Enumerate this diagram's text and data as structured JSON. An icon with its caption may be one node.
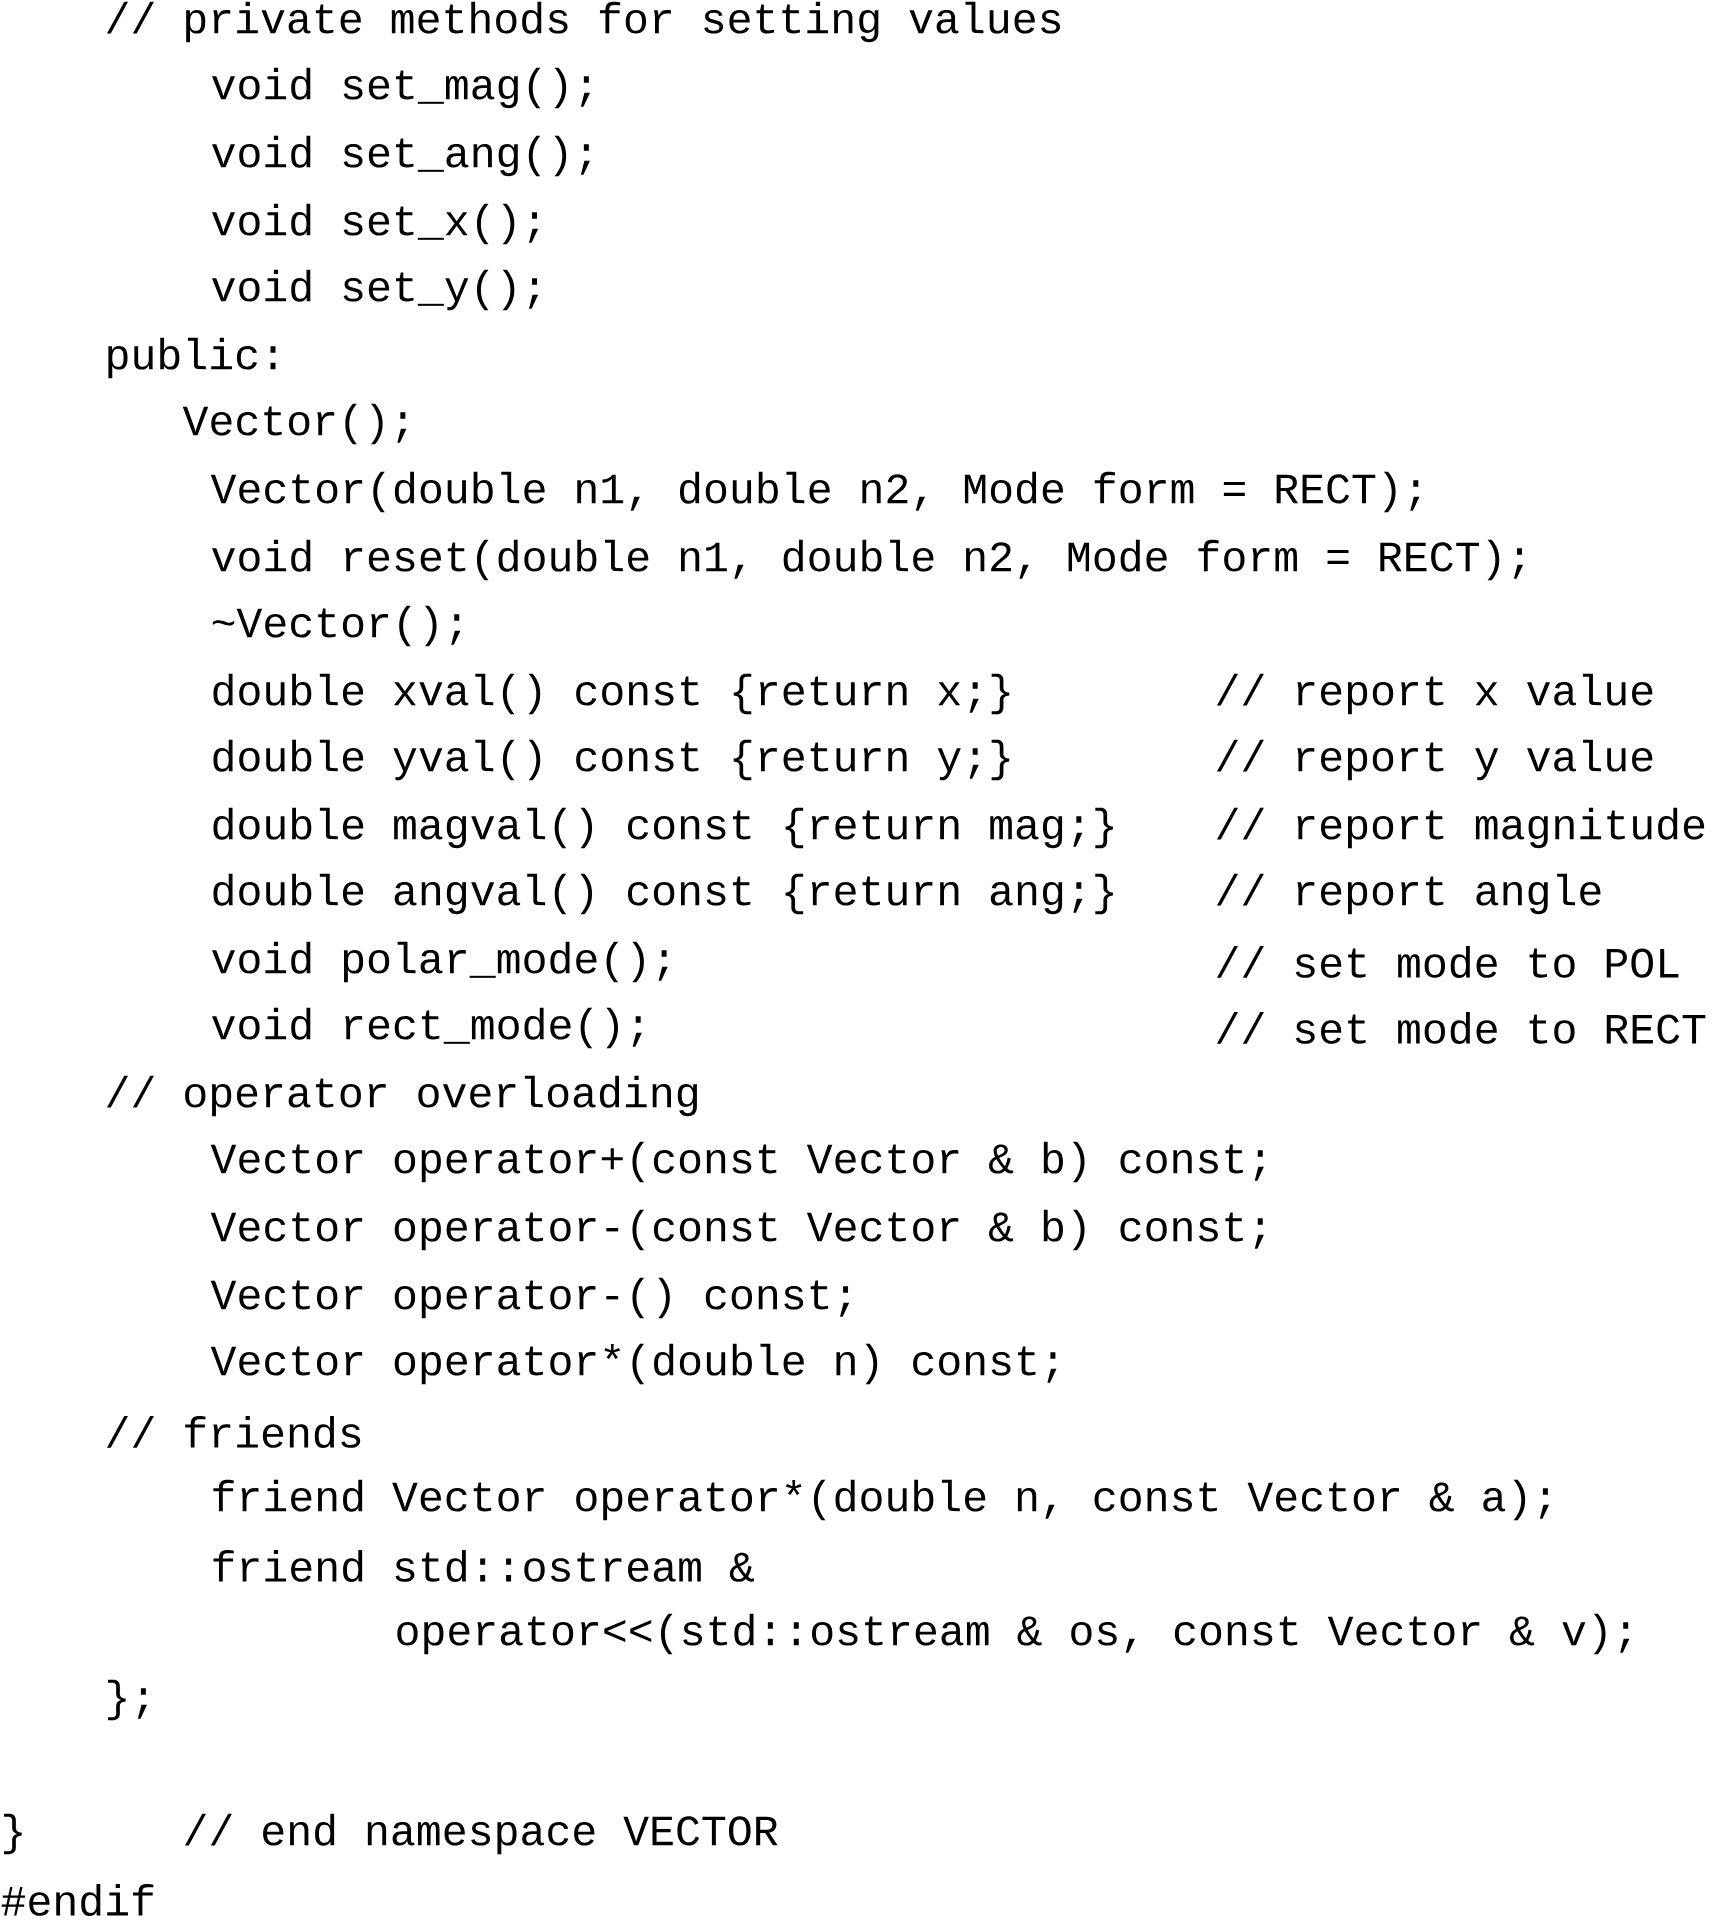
{
  "diagram": {
    "labels": [
      "// private methods for setting values",
      "void set_mag();",
      "void set_ang();",
      "void set_x();",
      "void set_y();",
      "public:",
      "Vector();",
      "Vector(double n1, double n2, Mode form = RECT);",
      "void reset(double n1, double n2, Mode form = RECT);",
      "~Vector();",
      "double xval() const {return x;}",
      "// report x value",
      "double yval() const {return y;}",
      "// report y value",
      "double magval() const {return mag;}",
      "// report magnitude",
      "double angval() const {return ang;}",
      "// report angle",
      "void polar_mode();",
      "// set mode to POL",
      "void rect_mode();",
      "// set mode to RECT",
      "// operator overloading",
      "Vector operator+(const Vector & b) const;",
      "Vector operator-(const Vector & b) const;",
      "Vector operator-() const;",
      "Vector operator*(double n) const;",
      "// friends",
      "friend Vector operator*(double n, const Vector & a);",
      "friend std::ostream &",
      "operator<<(std::ostream & os, const Vector & v);",
      "};",
      "}",
      "// end namespace VECTOR",
      "#endif"
    ]
  }
}
